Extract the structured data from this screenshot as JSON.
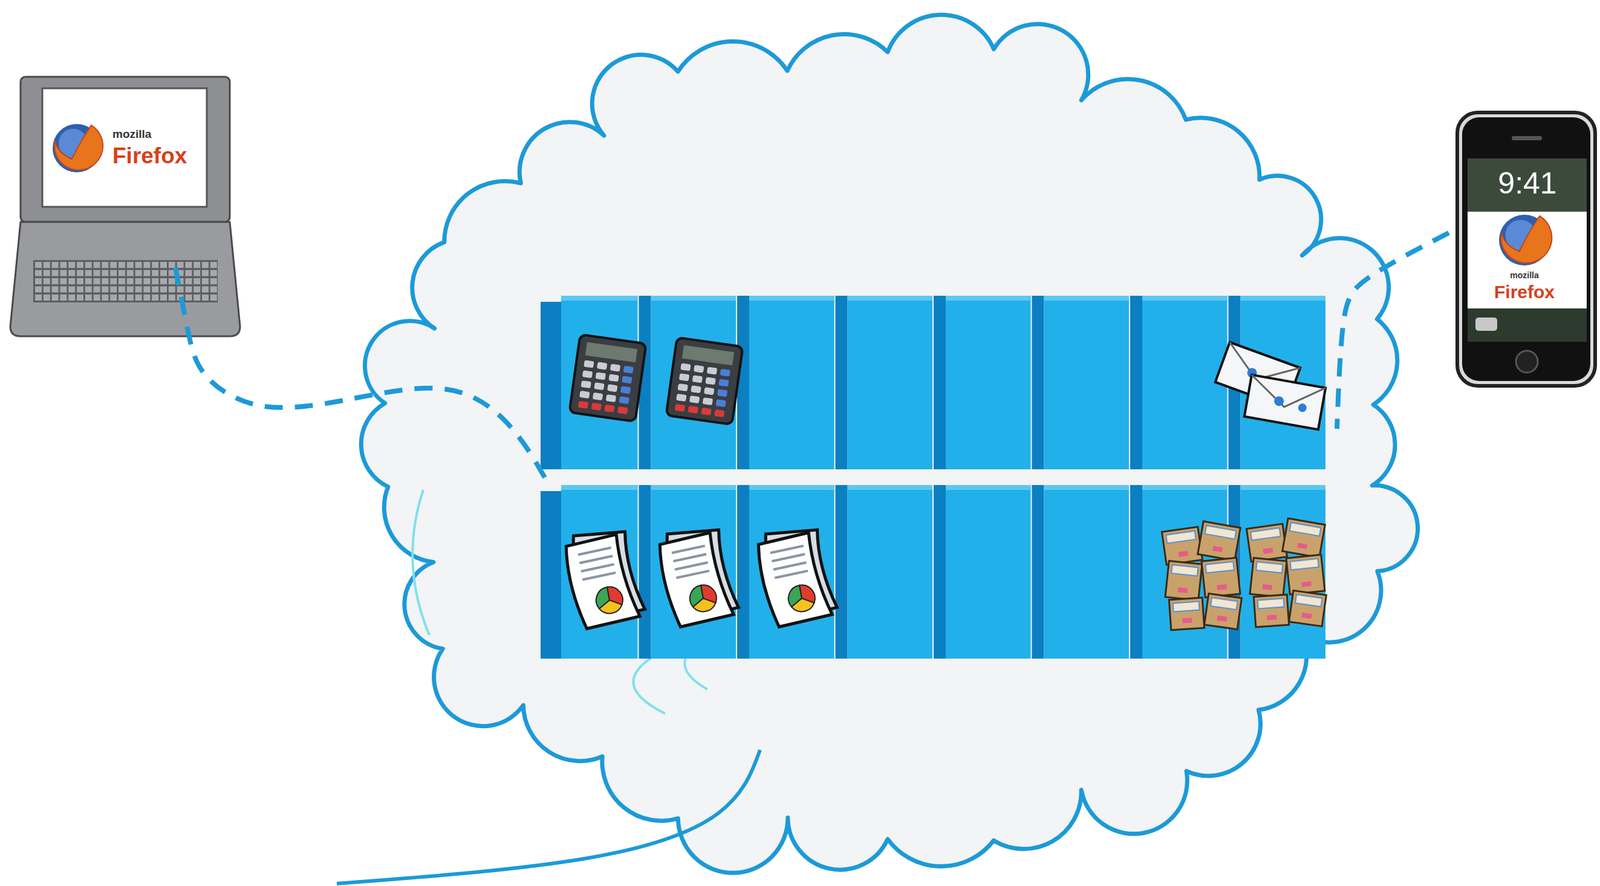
{
  "diagram": {
    "labels": [
      "mozilla",
      "Firefox",
      "9:41",
      "mozilla",
      "Firefox"
    ]
  }
}
